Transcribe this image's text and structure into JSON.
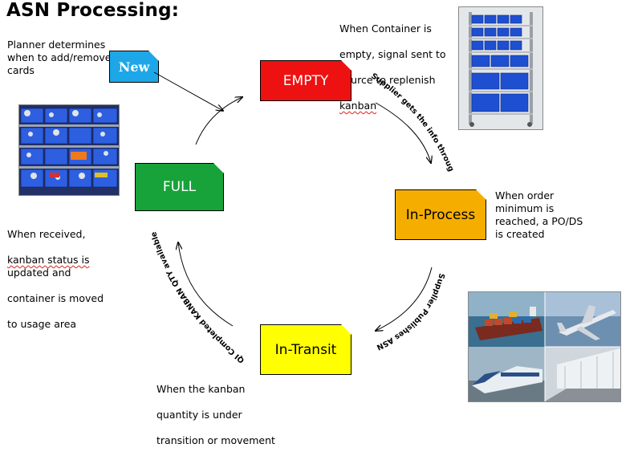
{
  "title": "ASN Processing:",
  "notes": {
    "planner": "Planner determines\nwhen to add/remove\ncards",
    "empty_note": [
      "When Container is",
      "empty, signal sent to",
      "source to replenish",
      "kanban"
    ],
    "received": [
      "When received,",
      "kanban status is",
      "updated and",
      "container is moved",
      "to usage area"
    ],
    "order": "When order\nminimum is\nreached, a PO/DS\nis created",
    "transit_note": [
      "When the kanban",
      "quantity is under",
      "transition or movement"
    ]
  },
  "cards": {
    "new": "New",
    "empty": "EMPTY",
    "in_process": "In-Process",
    "full": "FULL",
    "in_transit": "In-Transit"
  },
  "arrow_labels": {
    "supplier_info": "Supplier gets the info through SKC",
    "supplier_asn": "Supplier Publishes ASN",
    "completed": "QI Completed KANBAN QTY available"
  },
  "colors": {
    "new": "#1ea7e8",
    "empty": "#ee1111",
    "in_process": "#f5ae00",
    "full": "#17a33a",
    "in_transit": "#ffff00"
  },
  "images": [
    "shelving-rack-photo",
    "parts-bins-photo",
    "transport-collage-photo"
  ]
}
